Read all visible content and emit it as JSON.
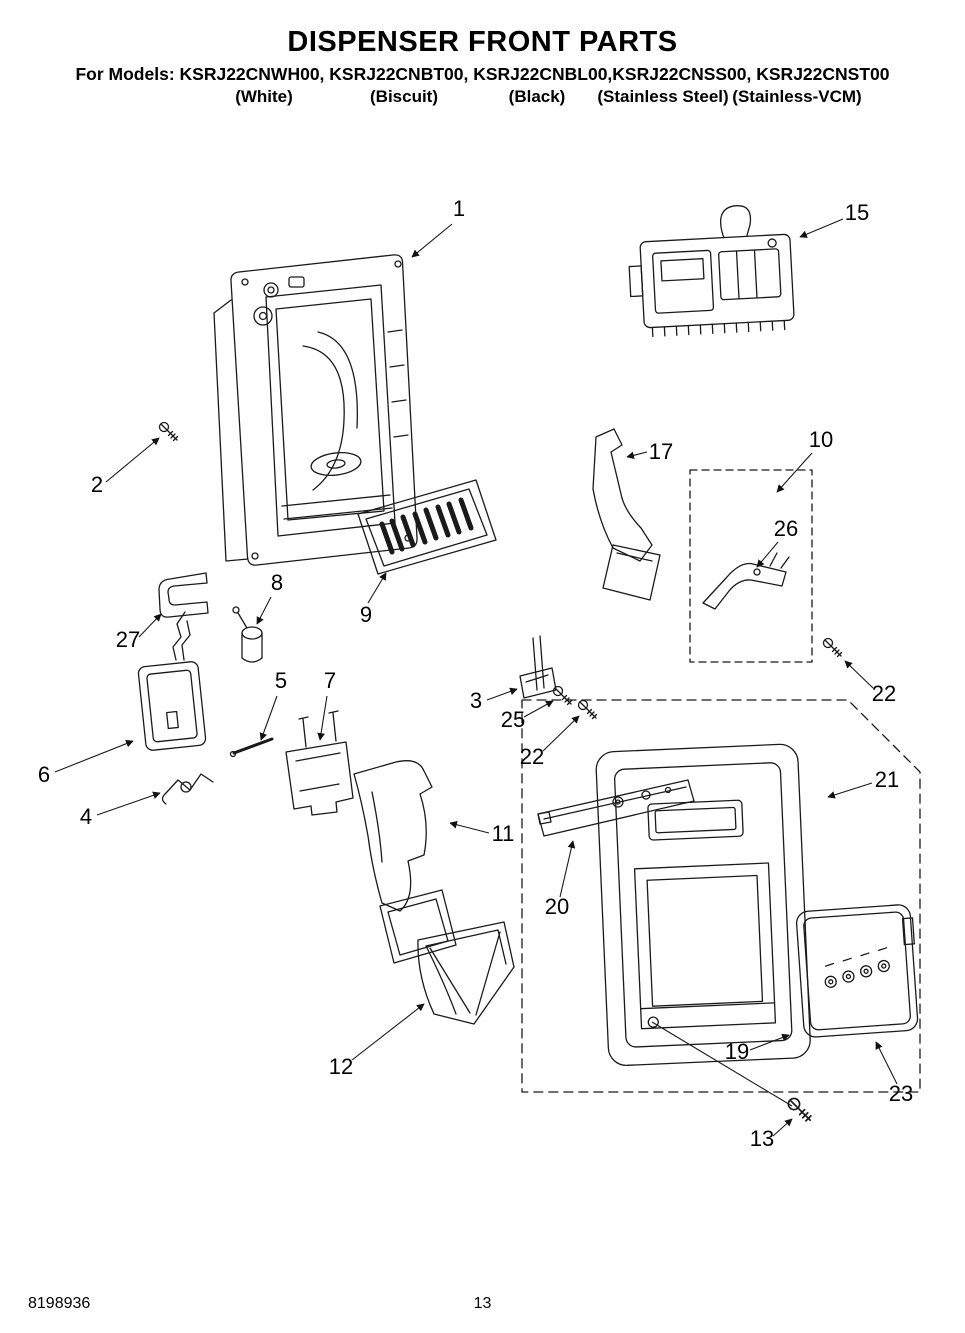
{
  "header": {
    "title": "DISPENSER FRONT PARTS",
    "models_line": "For Models: KSRJ22CNWH00, KSRJ22CNBT00, KSRJ22CNBL00,KSRJ22CNSS00, KSRJ22CNST00",
    "finishes": [
      "(White)",
      "(Biscuit)",
      "(Black)",
      "(Stainless Steel)",
      "(Stainless-VCM)"
    ]
  },
  "callouts": {
    "c1": "1",
    "c2": "2",
    "c3": "3",
    "c4": "4",
    "c5": "5",
    "c6": "6",
    "c7": "7",
    "c8": "8",
    "c9": "9",
    "c10": "10",
    "c11": "11",
    "c12": "12",
    "c13": "13",
    "c15": "15",
    "c17": "17",
    "c19": "19",
    "c20": "20",
    "c21": "21",
    "c22a": "22",
    "c22b": "22",
    "c23": "23",
    "c25": "25",
    "c26": "26",
    "c27": "27"
  },
  "footer": {
    "doc_number": "8198936",
    "page_number": "13"
  }
}
